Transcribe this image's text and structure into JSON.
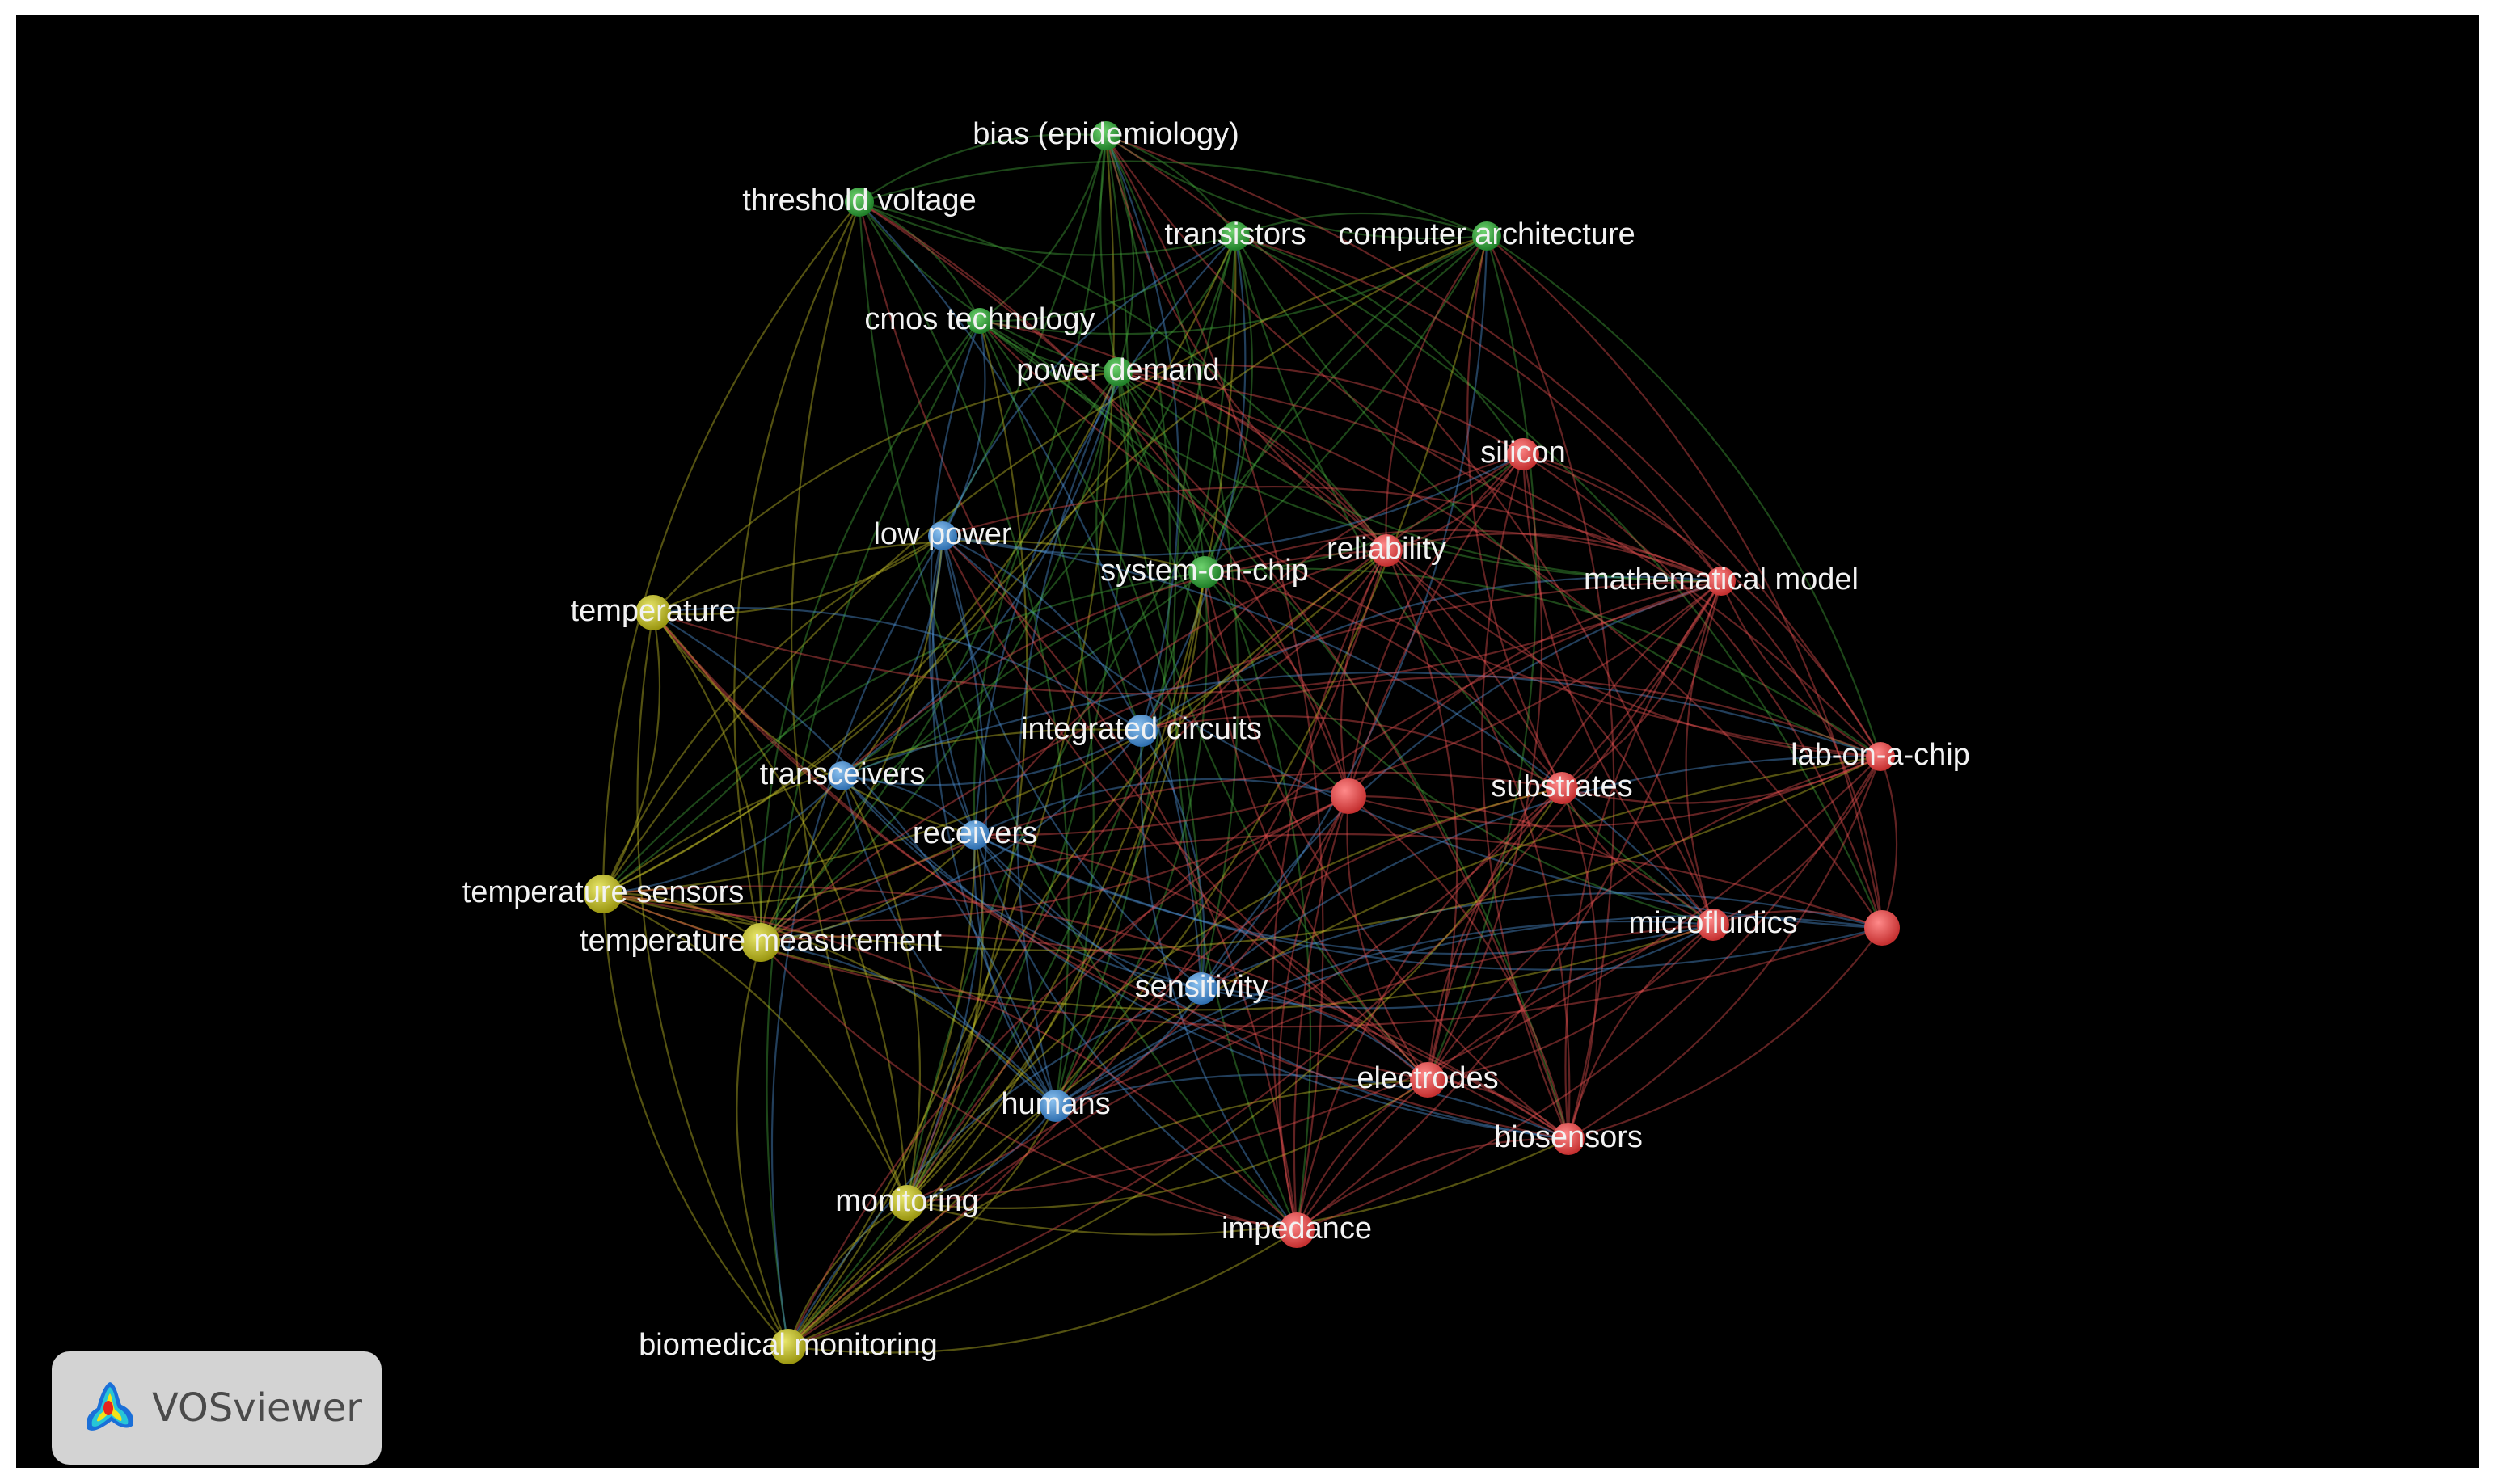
{
  "app": {
    "name": "VOSviewer"
  },
  "clusters": {
    "red": "#e84b4b",
    "green": "#2fa33a",
    "blue": "#4a90d4",
    "yellow": "#c8c320"
  },
  "nodes": [
    {
      "id": "bias",
      "label": "bias (epidemiology)",
      "cluster": "green"
    },
    {
      "id": "threshold",
      "label": "threshold voltage",
      "cluster": "green"
    },
    {
      "id": "transistors",
      "label": "transistors",
      "cluster": "green"
    },
    {
      "id": "comparch",
      "label": "computer architecture",
      "cluster": "green"
    },
    {
      "id": "cmos",
      "label": "cmos technology",
      "cluster": "green"
    },
    {
      "id": "power",
      "label": "power demand",
      "cluster": "green"
    },
    {
      "id": "soc",
      "label": "system-on-chip",
      "cluster": "green"
    },
    {
      "id": "lowpower",
      "label": "low power",
      "cluster": "blue"
    },
    {
      "id": "ic",
      "label": "integrated circuits",
      "cluster": "blue"
    },
    {
      "id": "transceivers",
      "label": "transceivers",
      "cluster": "blue"
    },
    {
      "id": "receivers",
      "label": "receivers",
      "cluster": "blue"
    },
    {
      "id": "sensitivity",
      "label": "sensitivity",
      "cluster": "blue"
    },
    {
      "id": "humans",
      "label": "humans",
      "cluster": "blue"
    },
    {
      "id": "temperature",
      "label": "temperature",
      "cluster": "yellow"
    },
    {
      "id": "tempsensors",
      "label": "temperature sensors",
      "cluster": "yellow"
    },
    {
      "id": "tempmeas",
      "label": "temperature measurement",
      "cluster": "yellow"
    },
    {
      "id": "monitoring",
      "label": "monitoring",
      "cluster": "yellow"
    },
    {
      "id": "biomed",
      "label": "biomedical monitoring",
      "cluster": "yellow"
    },
    {
      "id": "silicon",
      "label": "silicon",
      "cluster": "red"
    },
    {
      "id": "reliability",
      "label": "reliability",
      "cluster": "red"
    },
    {
      "id": "mathmodel",
      "label": "mathematical model",
      "cluster": "red"
    },
    {
      "id": "unlabeled1",
      "label": "",
      "cluster": "red"
    },
    {
      "id": "substrates",
      "label": "substrates",
      "cluster": "red"
    },
    {
      "id": "labonchip",
      "label": "lab-on-a-chip",
      "cluster": "red"
    },
    {
      "id": "microfluidics",
      "label": "microfluidics",
      "cluster": "red"
    },
    {
      "id": "unlabeled2",
      "label": "",
      "cluster": "red"
    },
    {
      "id": "electrodes",
      "label": "electrodes",
      "cluster": "red"
    },
    {
      "id": "biosensors",
      "label": "biosensors",
      "cluster": "red"
    },
    {
      "id": "impedance",
      "label": "impedance",
      "cluster": "red"
    }
  ]
}
